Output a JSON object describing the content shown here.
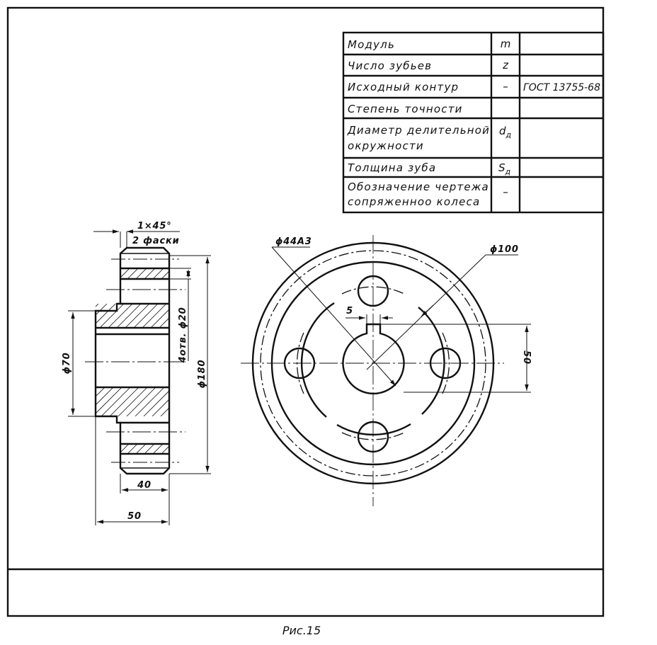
{
  "spec_table": {
    "rows": [
      {
        "label": "Модуль",
        "symbol": "m",
        "value": ""
      },
      {
        "label": "Число зубьев",
        "symbol": "z",
        "value": ""
      },
      {
        "label": "Исходный контур",
        "symbol": "–",
        "value": "ГОСТ 13755-68"
      },
      {
        "label": "Степень точности",
        "symbol": "",
        "value": ""
      },
      {
        "label": "Диаметр делительной",
        "label2": "окружности",
        "symbol": "d",
        "symbol_sub": "д",
        "value": ""
      },
      {
        "label": "Толщина зуба",
        "symbol": "S",
        "symbol_sub": "д",
        "value": ""
      },
      {
        "label": "Обозначение чертежа",
        "label2": "сопряженноо колеса",
        "symbol": "–",
        "value": ""
      }
    ]
  },
  "section_view": {
    "chamfer": "1×45°",
    "chamfer_note": "2 фаски",
    "hole_note": "4отв. ϕ20",
    "dia_bore": "ϕ70",
    "dia_outer": "ϕ180",
    "width_rim": "40",
    "width_total": "50"
  },
  "front_view": {
    "bore_label": "ϕ44А3",
    "hole_circle_label": "ϕ100",
    "keyway_width": "5",
    "keyway_depth": "50"
  },
  "caption": "Рис.15"
}
